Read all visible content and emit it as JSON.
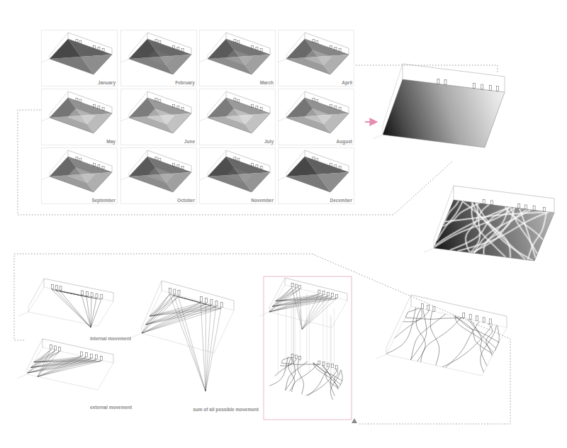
{
  "diagram": {
    "nodes": [
      {
        "text": [
          "January"
        ]
      },
      {
        "text": [
          "February"
        ]
      },
      {
        "text": [
          "March"
        ]
      },
      {
        "text": [
          "April"
        ]
      },
      {
        "text": [
          "May"
        ]
      },
      {
        "text": [
          "June"
        ]
      },
      {
        "text": [
          "July"
        ]
      },
      {
        "text": [
          "August"
        ]
      },
      {
        "text": [
          "September"
        ]
      },
      {
        "text": [
          "October"
        ]
      },
      {
        "text": [
          "November"
        ]
      },
      {
        "text": [
          "December"
        ]
      }
    ],
    "labels": [
      "internal movement",
      "external movement",
      "sum of all possible movement"
    ]
  }
}
